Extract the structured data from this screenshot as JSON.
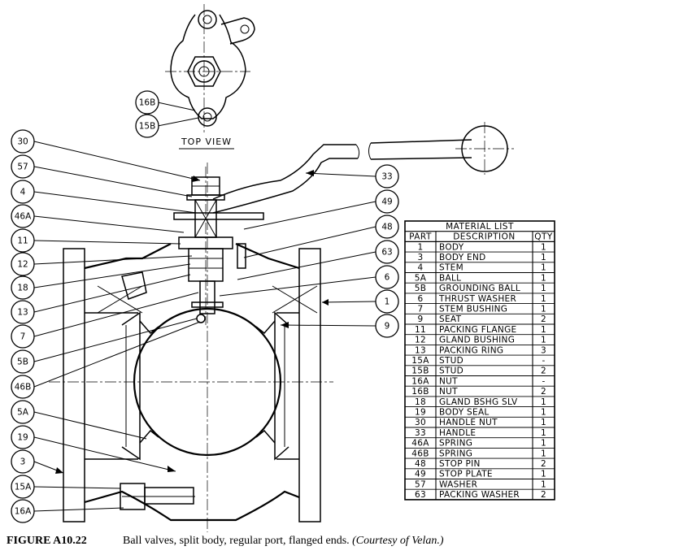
{
  "top_view_label": "TOP VIEW",
  "top_view_callouts": [
    {
      "label": "16B"
    },
    {
      "label": "15B"
    }
  ],
  "left_callouts": [
    {
      "label": "30"
    },
    {
      "label": "57"
    },
    {
      "label": "4"
    },
    {
      "label": "46A"
    },
    {
      "label": "11"
    },
    {
      "label": "12"
    },
    {
      "label": "18"
    },
    {
      "label": "13"
    },
    {
      "label": "7"
    },
    {
      "label": "5B"
    },
    {
      "label": "46B"
    },
    {
      "label": "5A"
    },
    {
      "label": "19"
    },
    {
      "label": "3"
    },
    {
      "label": "15A"
    },
    {
      "label": "16A"
    }
  ],
  "right_callouts": [
    {
      "label": "33"
    },
    {
      "label": "49"
    },
    {
      "label": "48"
    },
    {
      "label": "63"
    },
    {
      "label": "6"
    },
    {
      "label": "1"
    },
    {
      "label": "9"
    }
  ],
  "material_list": {
    "title": "MATERIAL LIST",
    "headers": [
      "PART",
      "DESCRIPTION",
      "QTY"
    ],
    "rows": [
      [
        "1",
        "BODY",
        "1"
      ],
      [
        "3",
        "BODY END",
        "1"
      ],
      [
        "4",
        "STEM",
        "1"
      ],
      [
        "5A",
        "BALL",
        "1"
      ],
      [
        "5B",
        "GROUNDING BALL",
        "1"
      ],
      [
        "6",
        "THRUST WASHER",
        "1"
      ],
      [
        "7",
        "STEM BUSHING",
        "1"
      ],
      [
        "9",
        "SEAT",
        "2"
      ],
      [
        "11",
        "PACKING FLANGE",
        "1"
      ],
      [
        "12",
        "GLAND BUSHING",
        "1"
      ],
      [
        "13",
        "PACKING RING",
        "3"
      ],
      [
        "15A",
        "STUD",
        "-"
      ],
      [
        "15B",
        "STUD",
        "2"
      ],
      [
        "16A",
        "NUT",
        "-"
      ],
      [
        "16B",
        "NUT",
        "2"
      ],
      [
        "18",
        "GLAND BSHG SLV",
        "1"
      ],
      [
        "19",
        "BODY SEAL",
        "1"
      ],
      [
        "30",
        "HANDLE NUT",
        "1"
      ],
      [
        "33",
        "HANDLE",
        "1"
      ],
      [
        "46A",
        "SPRING",
        "1"
      ],
      [
        "46B",
        "SPRING",
        "1"
      ],
      [
        "48",
        "STOP PIN",
        "2"
      ],
      [
        "49",
        "STOP PLATE",
        "1"
      ],
      [
        "57",
        "WASHER",
        "1"
      ],
      [
        "63",
        "PACKING WASHER",
        "2"
      ]
    ]
  },
  "caption": {
    "figure": "FIGURE A10.22",
    "text": "Ball valves, split body, regular port, flanged ends.",
    "credit": "(Courtesy of Velan.)"
  }
}
